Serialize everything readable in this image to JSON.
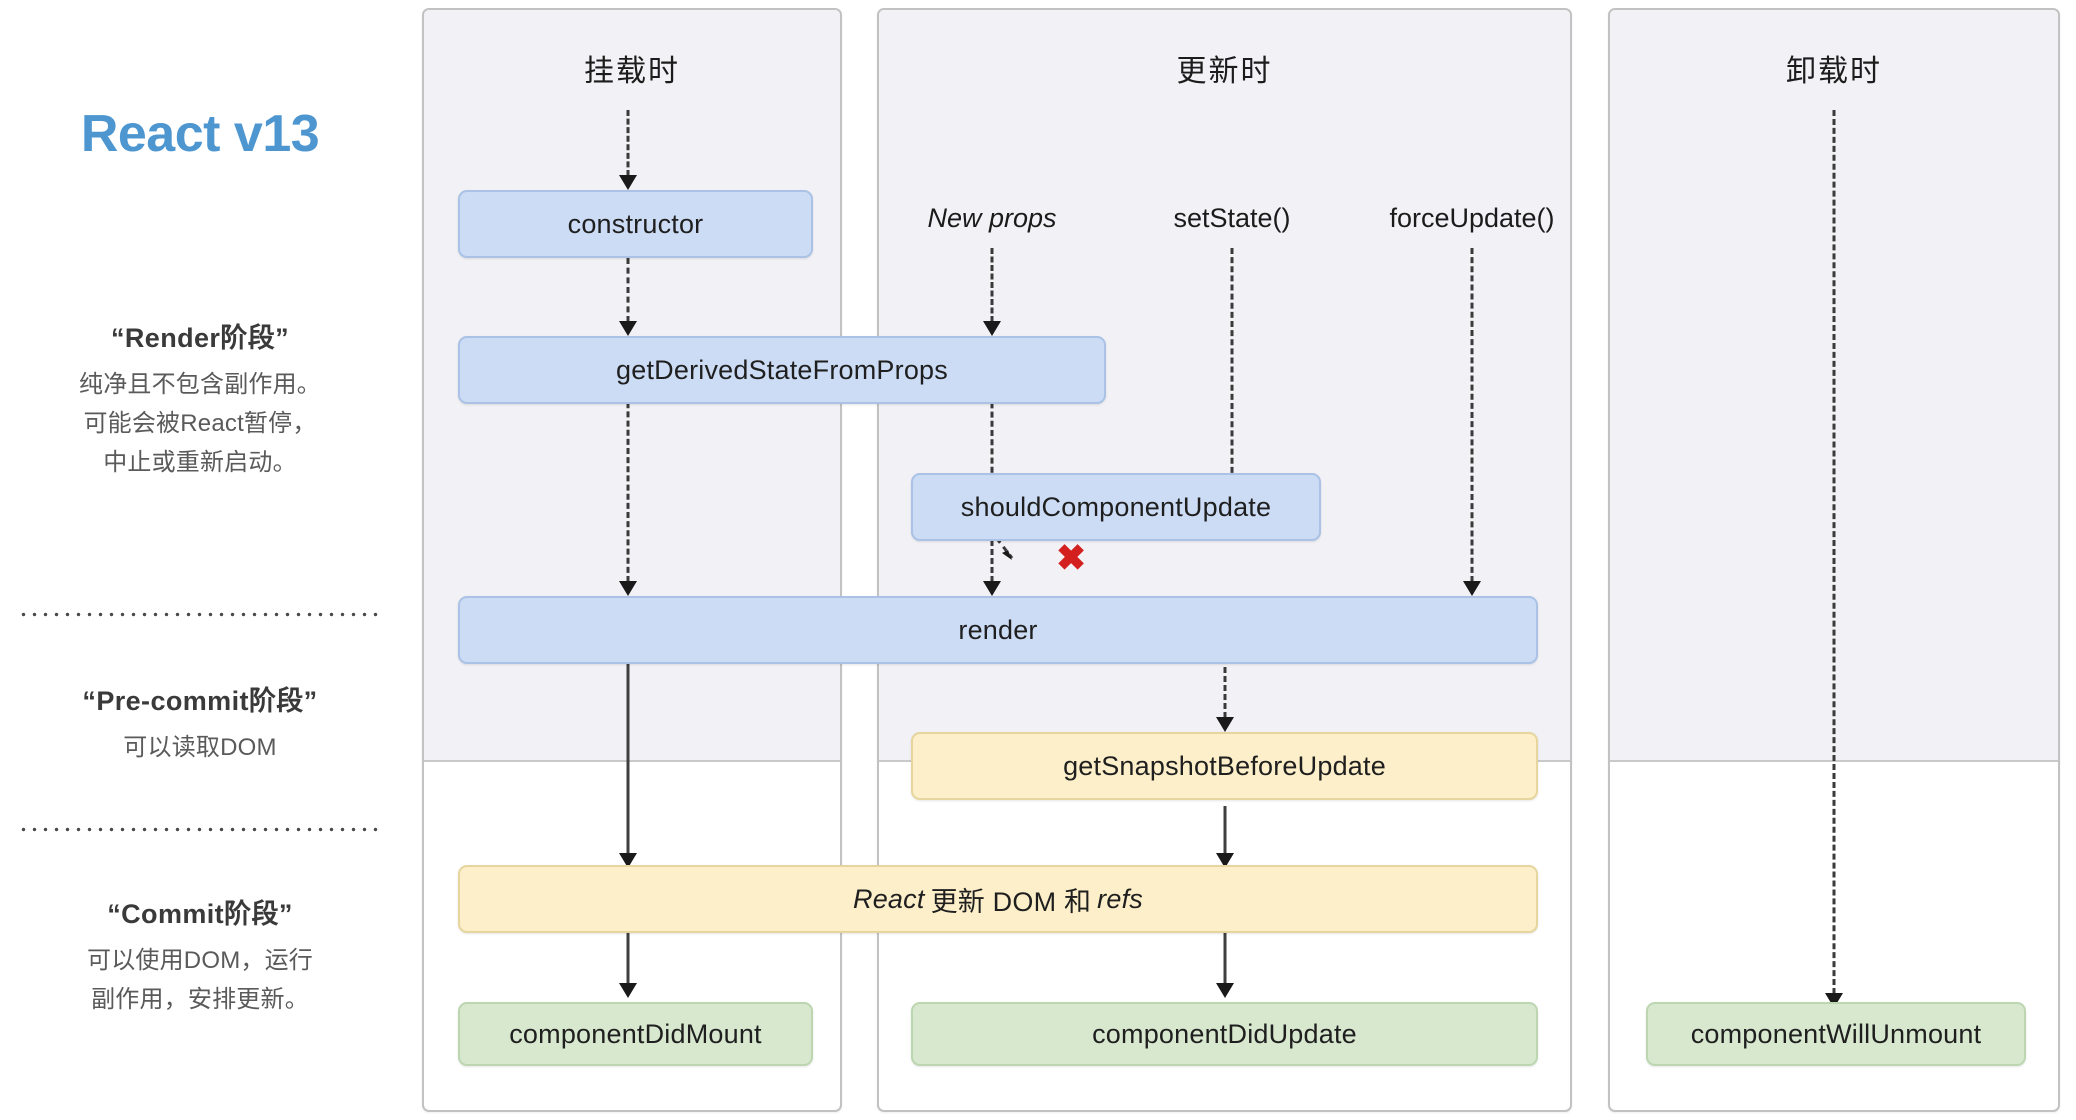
{
  "legend": {
    "brand": "React v13",
    "blocks": [
      {
        "heading": "“Render阶段”",
        "lines": [
          "纯净且不包含副作用。",
          "可能会被React暂停，",
          "中止或重新启动。"
        ]
      },
      {
        "heading": "“Pre-commit阶段”",
        "lines": [
          "可以读取DOM"
        ]
      },
      {
        "heading": "“Commit阶段”",
        "lines": [
          "可以使用DOM，运行",
          "副作用，安排更新。"
        ]
      }
    ]
  },
  "columns": {
    "mount": "挂载时",
    "update": "更新时",
    "unmount": "卸载时"
  },
  "triggers": {
    "new_props": "New props",
    "set_state": "setState()",
    "force_update": "forceUpdate()"
  },
  "boxes": {
    "constructor": "constructor",
    "get_derived_state_from_props": "getDerivedStateFromProps",
    "should_component_update": "shouldComponentUpdate",
    "render": "render",
    "get_snapshot_before_update": "getSnapshotBeforeUpdate",
    "react_updates_dom": {
      "pre": "React",
      "mid": "更新 DOM 和",
      "post": "refs"
    },
    "component_did_mount": "componentDidMount",
    "component_did_update": "componentDidUpdate",
    "component_will_unmount": "componentWillUnmount"
  },
  "markers": {
    "skip_render": "✖"
  },
  "colors": {
    "brand": "#4d96d0",
    "blue_fill": "#ccdcf5",
    "blue_border": "#a9c2e6",
    "yellow_fill": "#fcefc9",
    "yellow_border": "#e6d59d",
    "green_fill": "#d7e8cf",
    "green_border": "#bcd6b0",
    "phase_shade": "#f2f2f6",
    "frame_border": "#c2c2c2",
    "skip_marker": "#d41f1f"
  }
}
